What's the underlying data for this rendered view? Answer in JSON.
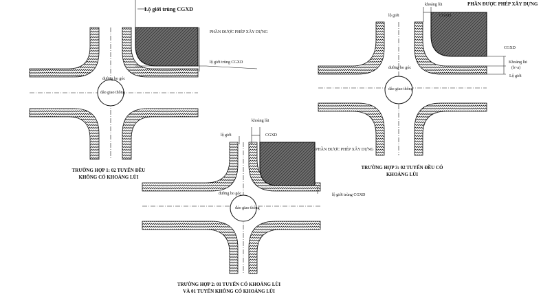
{
  "diagram1": {
    "top_label": "Lộ giới trùng CGXD",
    "allowed_area": "PHẦN ĐƯỢC PHÉP XÂY DỰNG",
    "side_label": "lộ giới trùng CGXD",
    "corner_label": "đường bo góc",
    "island_label": "đảo giao thông",
    "caption_line1": "TRƯỜNG HỢP 1: 02 TUYẾN ĐỀU",
    "caption_line2": "KHÔNG CÓ KHOẢNG LÙI"
  },
  "diagram2": {
    "setback_label": "khoảng lùi",
    "road_limit_label": "lộ giới",
    "cgxd_label": "CGXD",
    "allowed_area": "PHẦN ĐƯỢC PHÉP XÂY DỰNG",
    "side_label": "lộ giới trùng CGXD",
    "corner_label": "đường bo góc",
    "island_label": "đảo giao thông",
    "caption_line1": "TRƯỜNG HỢP 2: 01 TUYẾN CÓ KHOẢNG LÙI",
    "caption_line2": "VÀ 01 TUYẾN KHÔNG CÓ KHOẢNG LÙI"
  },
  "diagram3": {
    "setback_label": "khoảng lùi",
    "road_limit_label": "lộ giới",
    "cgxd_label": "CGXD",
    "allowed_area": "PHẦN ĐƯỢC PHÉP XÂY DỰNG",
    "right_cgxd": "CGXD",
    "right_setback": "Khoảng lùi",
    "right_setback_formula": "(b>a)",
    "right_road_limit": "Lộ giới",
    "corner_label": "đường bo góc",
    "island_label": "đảo giao thông",
    "caption_line1": "TRƯỜNG HỢP 3: 02 TUYẾN ĐỀU CÓ",
    "caption_line2": "KHOẢNG LÙI"
  }
}
